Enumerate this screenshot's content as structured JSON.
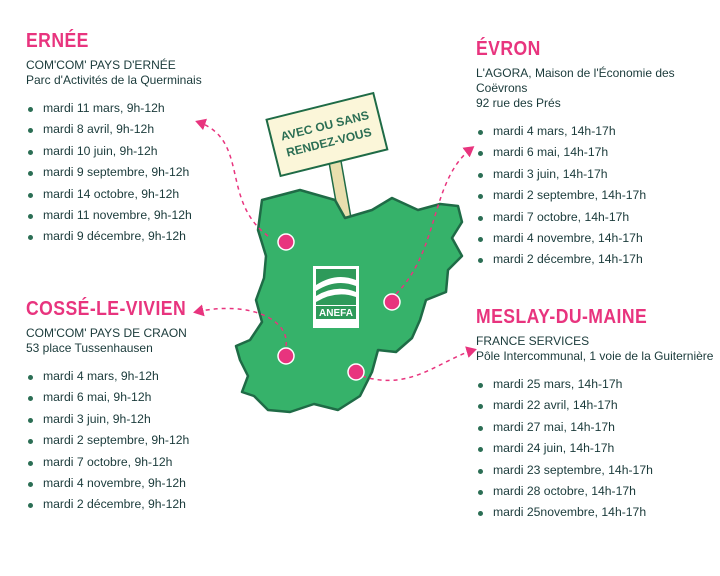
{
  "colors": {
    "accent": "#e8347e",
    "map_green": "#36b26a",
    "map_outline": "#1f6b46",
    "text": "#1a3a3a"
  },
  "sign": {
    "line1": "AVEC OU SANS",
    "line2": "RENDEZ-VOUS"
  },
  "logo": {
    "text": "ANEFA"
  },
  "ernee": {
    "city": "ERNÉE",
    "addr1": "COM'COM' PAYS D'ERNÉE",
    "addr2": "Parc d'Activités de la Querminais",
    "dates": [
      "mardi 11 mars, 9h-12h",
      "mardi 8 avril, 9h-12h",
      "mardi 10 juin, 9h-12h",
      "mardi 9 septembre, 9h-12h",
      "mardi 14 octobre, 9h-12h",
      "mardi 11 novembre, 9h-12h",
      "mardi 9 décembre, 9h-12h"
    ]
  },
  "evron": {
    "city": "ÉVRON",
    "addr1": "L'AGORA, Maison de l'Économie des Coëvrons",
    "addr2": "92 rue des Prés",
    "dates": [
      "mardi 4 mars, 14h-17h",
      "mardi 6 mai, 14h-17h",
      "mardi 3 juin, 14h-17h",
      "mardi 2 septembre, 14h-17h",
      "mardi 7 octobre, 14h-17h",
      "mardi 4 novembre, 14h-17h",
      "mardi 2 décembre, 14h-17h"
    ]
  },
  "cosse": {
    "city": "COSSÉ-LE-VIVIEN",
    "addr1": "COM'COM' PAYS DE CRAON",
    "addr2": "53 place Tussenhausen",
    "dates": [
      "mardi 4 mars, 9h-12h",
      "mardi 6 mai, 9h-12h",
      "mardi 3 juin, 9h-12h",
      "mardi 2 septembre, 9h-12h",
      "mardi 7 octobre, 9h-12h",
      "mardi 4 novembre, 9h-12h",
      "mardi 2 décembre, 9h-12h"
    ]
  },
  "meslay": {
    "city": "MESLAY-DU-MAINE",
    "addr1": "FRANCE SERVICES",
    "addr2": "Pôle Intercommunal, 1 voie de la Guiternière",
    "dates": [
      "mardi 25 mars, 14h-17h",
      "mardi 22 avril, 14h-17h",
      "mardi 27 mai, 14h-17h",
      "mardi 24 juin, 14h-17h",
      "mardi 23 septembre, 14h-17h",
      "mardi 28 octobre, 14h-17h",
      "mardi 25novembre, 14h-17h"
    ]
  }
}
